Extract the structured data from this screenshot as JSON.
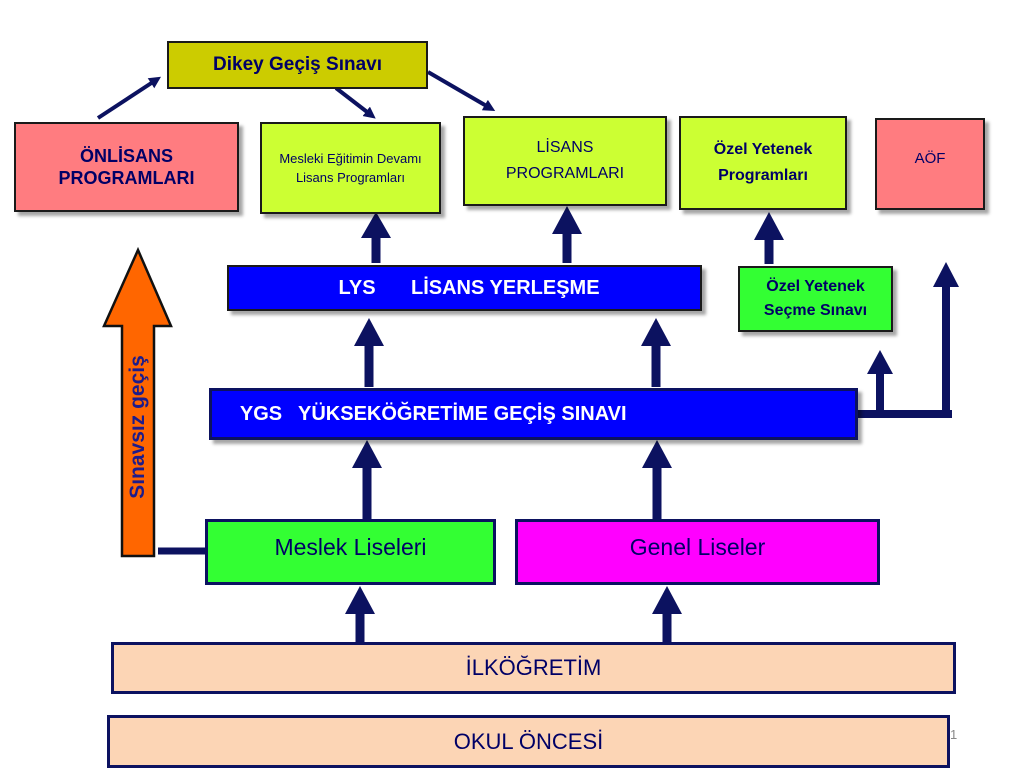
{
  "title": "Dikey Geçiş Sınavı",
  "top_row": {
    "onlisans": "ÖNLİSANS PROGRAMLARI",
    "mesleki": "Mesleki Eğitimin Devamı Lisans Programları",
    "lisans": "LİSANS PROGRAMLARI",
    "ozel_yetenek": "Özel Yetenek Programları",
    "aof": "AÖF"
  },
  "lys": {
    "code": "LYS",
    "text": "LİSANS YERLEŞME"
  },
  "ozel_yetenek_sinav": "Özel Yetenek Seçme Sınavı",
  "sinavsiz_gecis": "Sınavsız geçiş",
  "ygs": {
    "code": "YGS",
    "text": "YÜKSEKÖĞRETİME GEÇİŞ SINAVI"
  },
  "meslek_liseleri": "Meslek Liseleri",
  "genel_liseler": "Genel Liseler",
  "ilkogretim": "İLKÖĞRETİM",
  "okul_oncesi": "OKUL ÖNCESİ",
  "slide_number": "1",
  "colors": {
    "navy": "#0c1260",
    "blue_box": "#0000ff",
    "green": "#33ff33",
    "lime": "#ccff33",
    "magenta": "#ff00ff",
    "pink": "#ff7c80",
    "peach": "#fcd5b5",
    "orange": "#ff6600",
    "olive": "#cccc00"
  }
}
